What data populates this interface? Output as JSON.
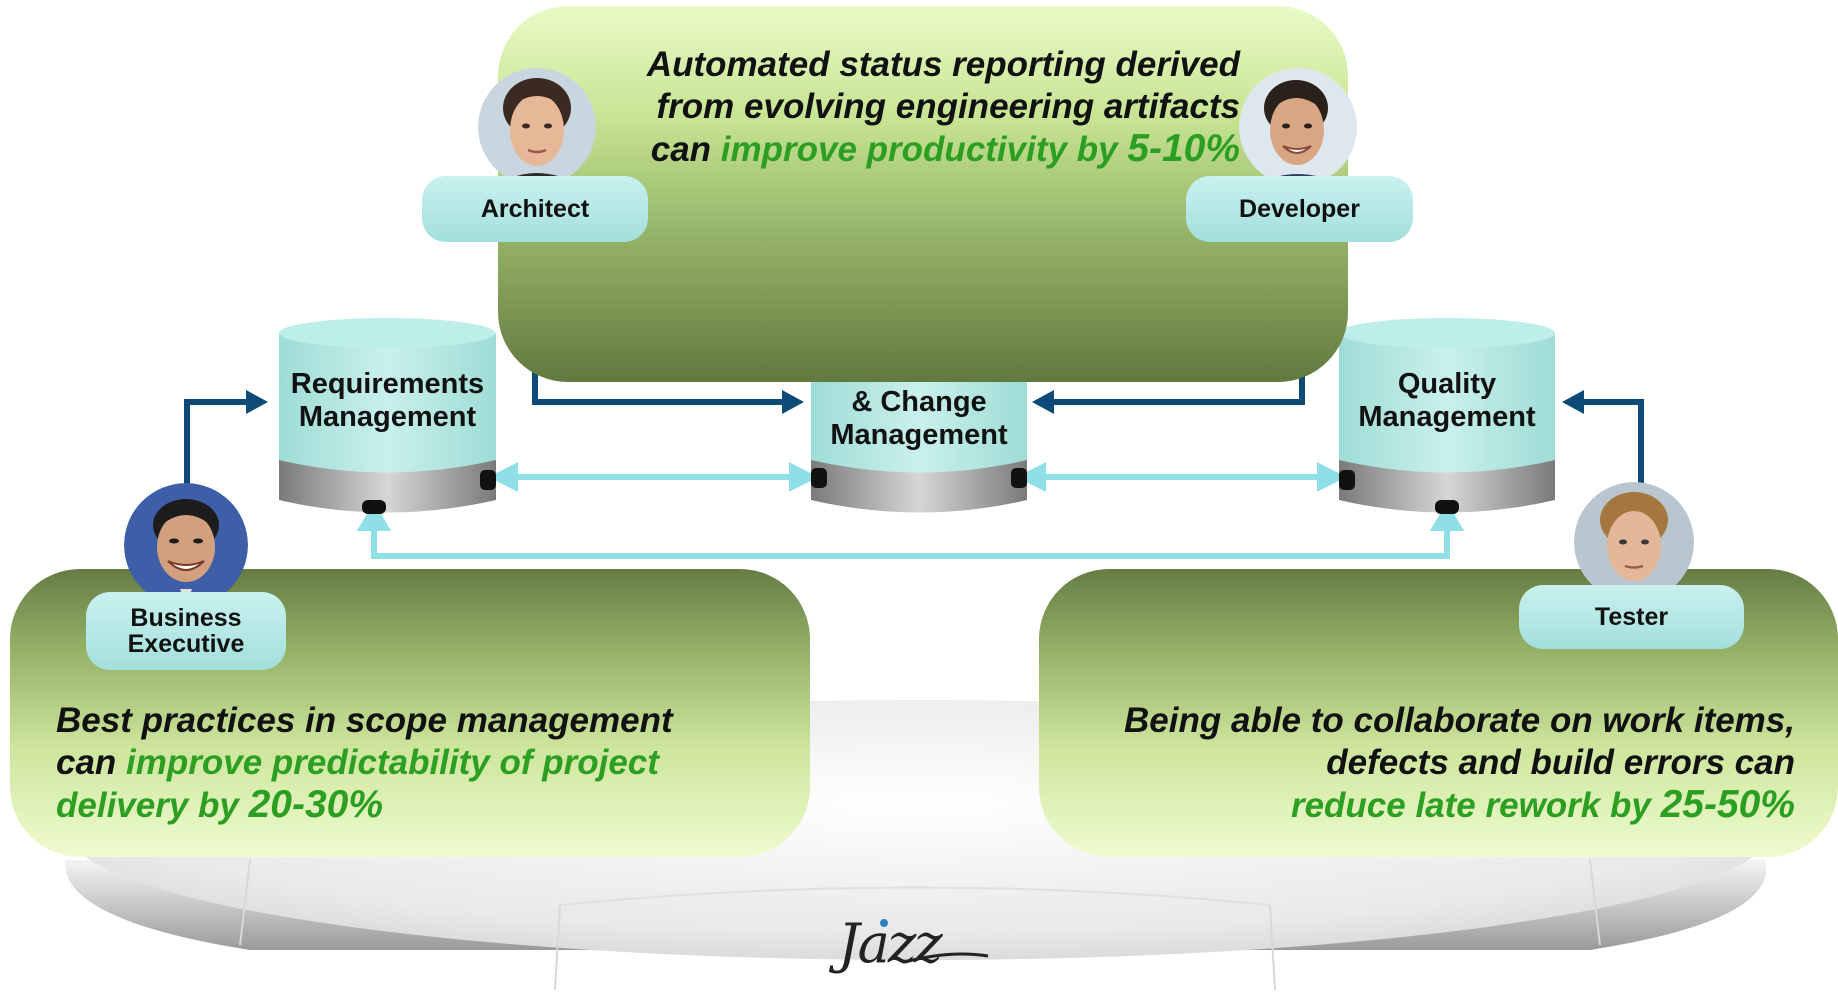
{
  "top_statement": {
    "line1": "Automated status reporting derived",
    "line2": "from evolving engineering artifacts",
    "line3_prefix": "can ",
    "line3_highlight": "improve productivity by ",
    "line3_value": "5-10%"
  },
  "left_statement": {
    "line1": "Best practices in scope management",
    "line2_prefix": "can ",
    "line2_highlight": "improve predictability of project",
    "line3_highlight": "delivery by ",
    "line3_value": "20-30%"
  },
  "right_statement": {
    "line1": "Being able to collaborate on work items,",
    "line2": "defects and build errors can",
    "line3_highlight": "reduce late rework by ",
    "line3_value": "25-50%"
  },
  "roles": {
    "architect": "Architect",
    "developer": "Developer",
    "business_line1": "Business",
    "business_line2": "Executive",
    "tester": "Tester"
  },
  "repositories": {
    "requirements_line1": "Requirements",
    "requirements_line2": "Management",
    "change_line1": "& Change",
    "change_line2": "Management",
    "quality_line1": "Quality",
    "quality_line2": "Management"
  },
  "platform_logo": "Jazz",
  "colors": {
    "highlight_green": "#2c9e22",
    "role_teal": "#b3e8e5",
    "arrow_dark_blue": "#0d4a78",
    "arrow_light_cyan": "#8fe0e6"
  }
}
